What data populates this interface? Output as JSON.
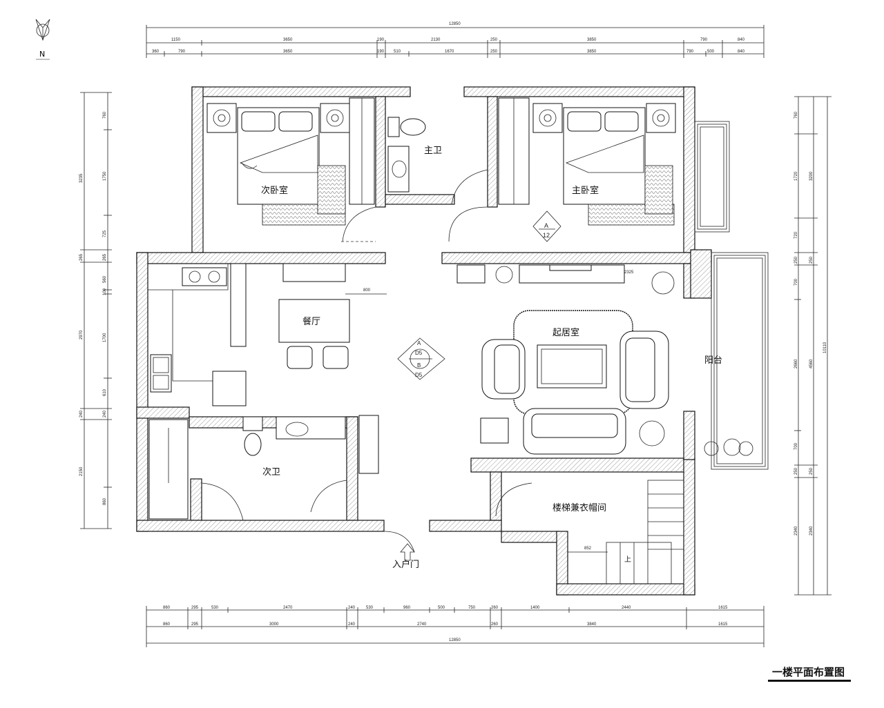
{
  "north_label": "N",
  "title": "一楼平面布置图",
  "rooms": {
    "second_bedroom": "次卧室",
    "main_bath": "主卫",
    "master_bedroom": "主卧室",
    "dining": "餐厅",
    "living": "起居室",
    "balcony": "阳台",
    "second_bath": "次卫",
    "stair_cloak": "楼梯兼衣帽间",
    "entry": "入户门",
    "up": "上"
  },
  "markers": {
    "elev_a": "A",
    "elev_12": "12",
    "section_a": "A",
    "section_b": "B",
    "section_d5_top": "D5",
    "section_d5_bottom": "D5"
  },
  "dims_top": {
    "total": "12850",
    "row1": [
      "1150",
      "3650",
      "190",
      "2130",
      "250",
      "3850",
      "790",
      "840"
    ],
    "row2": [
      "360",
      "790",
      "3650",
      "190",
      "510",
      "1670",
      "250",
      "3850",
      "790",
      "500",
      "840"
    ]
  },
  "dims_bottom": {
    "row1": [
      "860",
      "295",
      "530",
      "2470",
      "240",
      "530",
      "960",
      "500",
      "750",
      "260",
      "1400",
      "2440",
      "1615"
    ],
    "row2": [
      "860",
      "295",
      "3000",
      "240",
      "2740",
      "260",
      "3840",
      "1615"
    ],
    "total": "12850"
  },
  "dims_left": {
    "outer": [
      "3235",
      "265",
      "2970",
      "240",
      "2150"
    ],
    "inner": [
      "760",
      "1750",
      "725",
      "265",
      "560",
      "100",
      "1700",
      "610",
      "240",
      "860"
    ]
  },
  "dims_right": {
    "inner": [
      "760",
      "1720",
      "720",
      "250",
      "700",
      "2660",
      "700",
      "250",
      "2340"
    ],
    "outer": [
      "3200",
      "250",
      "4560",
      "250",
      "2340"
    ],
    "total": "10110"
  },
  "inner_dims": {
    "dining_table": "800",
    "living_wall": "2325",
    "stair": "852"
  }
}
